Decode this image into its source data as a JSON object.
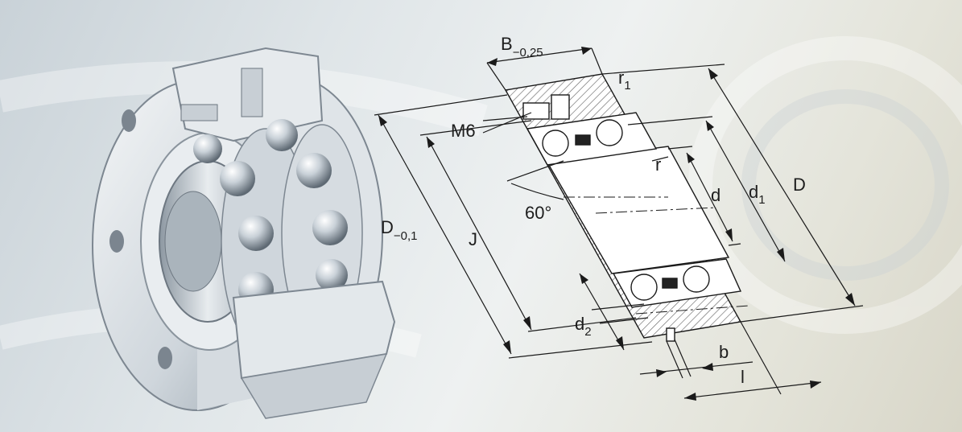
{
  "labels": {
    "b_main": "B",
    "b_sub": "−0,25",
    "r1_main": "r",
    "r1_sub": "1",
    "m6": "M6",
    "angle": "60°",
    "r": "r",
    "d": "d",
    "d1_main": "d",
    "d1_sub": "1",
    "D": "D",
    "D01_main": "D",
    "D01_sub": "−0,1",
    "J": "J",
    "d2_main": "d",
    "d2_sub": "2",
    "b": "b",
    "l": "l"
  },
  "colors": {
    "steel_light": "#eef1f3",
    "steel_mid": "#c3ccd3",
    "steel_dark": "#8c97a1",
    "line": "#1a1a1a",
    "hatch": "#6a6a6a"
  }
}
